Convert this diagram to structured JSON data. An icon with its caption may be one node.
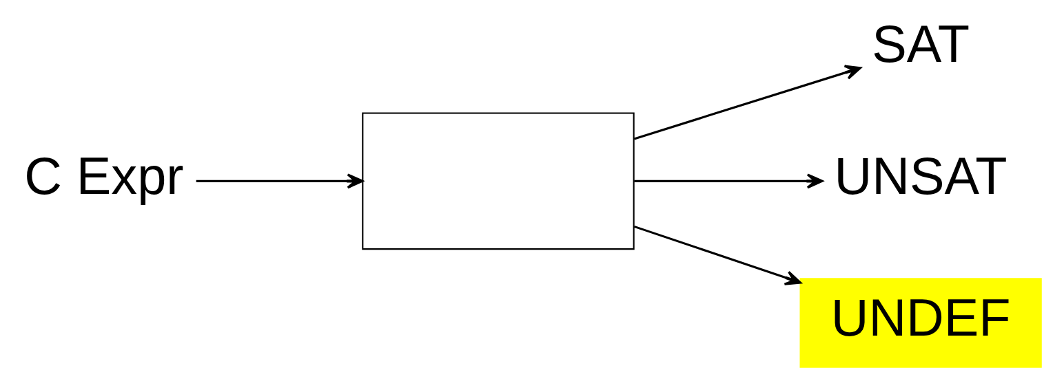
{
  "diagram": {
    "nodes": [
      {
        "text": [
          "C Expr"
        ]
      },
      {
        "text": [],
        "shape": "box"
      },
      {
        "text": [
          "SAT"
        ]
      },
      {
        "text": [
          "UNSAT"
        ]
      },
      {
        "text": [
          "UNDEF"
        ]
      }
    ],
    "edges": [
      {
        "from": 0,
        "to": 1,
        "arrow": "to"
      },
      {
        "from": 1,
        "to": 2,
        "arrow": "to"
      },
      {
        "from": 1,
        "to": 3,
        "arrow": "to"
      },
      {
        "from": 1,
        "to": 4,
        "arrow": "to"
      }
    ]
  }
}
